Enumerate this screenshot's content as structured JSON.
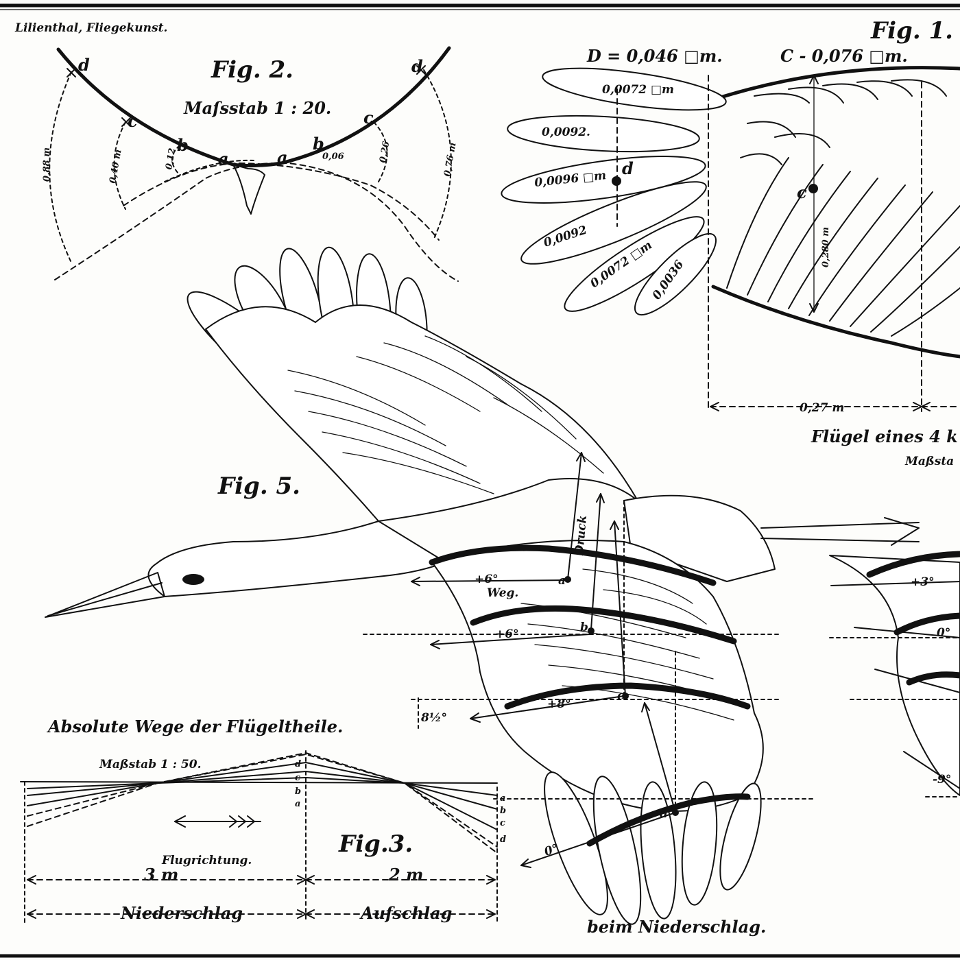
{
  "header": "Lilienthal, Fliegekunst.",
  "fig1": {
    "title": "Fig. 1.",
    "area_D": "D = 0,046 □m.",
    "area_C": "C - 0,076 □m.",
    "feathers": [
      "0,0072 □m",
      "0,0092.",
      "0,0096 □m",
      "0,0092",
      "0,0072 □m",
      "0,0036"
    ],
    "point_c": "c",
    "point_d": "d",
    "dim_vertical": "0,280 m",
    "dim_horizontal": "0,27 m",
    "caption": "Flügel eines 4 k",
    "scale": "Maßsta"
  },
  "fig2": {
    "title": "Fig. 2.",
    "scale": "Maſsstab 1 : 20.",
    "points": [
      "d",
      "c",
      "b",
      "a",
      "a",
      "b",
      "c",
      "d"
    ],
    "dims": [
      "0,88 m",
      "0,40 m",
      "0,12",
      "0,06",
      "0,26",
      "0,76 m"
    ]
  },
  "fig3": {
    "title": "Fig.3.",
    "heading": "Absolute Wege der Flügeltheile.",
    "scale": "Maßstab 1 : 50.",
    "direction": "Flugrichtung.",
    "dim_down": "3 m",
    "dim_up": "2 m",
    "phase_down": "Niederschlag",
    "phase_up": "Aufschlag",
    "mid_letters": [
      "d",
      "c",
      "b",
      "a"
    ],
    "right_letters": [
      "a",
      "b",
      "c",
      "d"
    ]
  },
  "fig5": {
    "title": "Fig. 5.",
    "druck": "Druck",
    "weg": "Weg.",
    "angles": [
      "+6°",
      "+6°",
      "+8°",
      "8½°",
      "0°"
    ],
    "points": [
      "a",
      "b",
      "c",
      "d"
    ],
    "caption": "beim Niederschlag.",
    "right_angles": [
      "+3°",
      "0°",
      "-9°"
    ]
  }
}
